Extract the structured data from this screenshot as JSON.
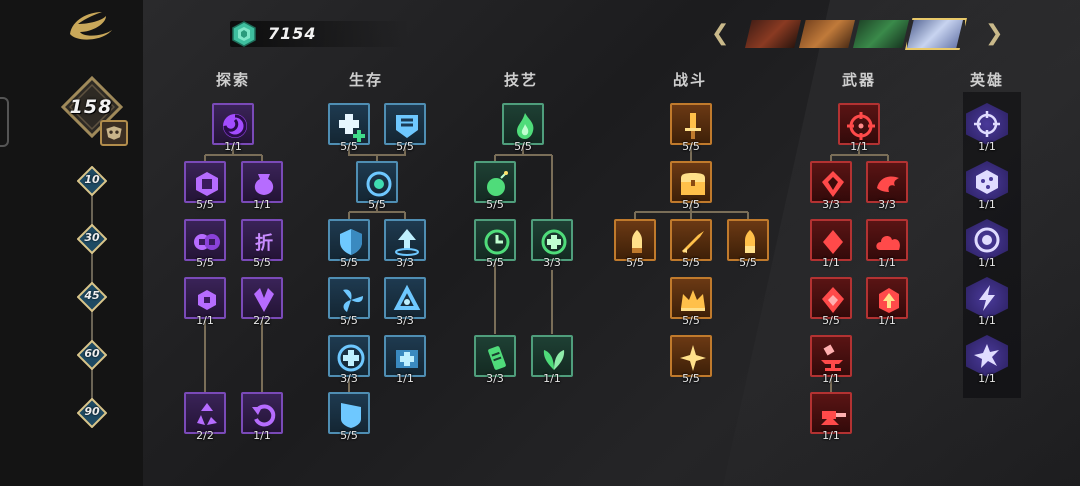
{
  "level": "158",
  "milestones": [
    "10",
    "30",
    "45",
    "60",
    "90"
  ],
  "currency": {
    "amount": "7154",
    "icon": "gem-icon"
  },
  "colors": {
    "accent": "#e8c96a",
    "purple": "#7a4ab8",
    "cyan": "#4f8eb3",
    "green": "#4f9e7c",
    "orange": "#c07a2c",
    "red": "#b33232",
    "hero": "#6a54d6"
  },
  "heroes": [
    {
      "name": "hero-portrait-1",
      "selected": false
    },
    {
      "name": "hero-portrait-2",
      "selected": false
    },
    {
      "name": "hero-portrait-3",
      "selected": false
    },
    {
      "name": "hero-portrait-4",
      "selected": true
    }
  ],
  "categories": [
    {
      "id": "explore",
      "title": "探索"
    },
    {
      "id": "survive",
      "title": "生存"
    },
    {
      "id": "craft",
      "title": "技艺"
    },
    {
      "id": "combat",
      "title": "战斗"
    },
    {
      "id": "weapon",
      "title": "武器"
    },
    {
      "id": "hero",
      "title": "英雄"
    }
  ],
  "explore": [
    {
      "icon": "vortex-icon",
      "count": "1/1"
    },
    {
      "icon": "coin-icon",
      "count": "5/5"
    },
    {
      "icon": "pouch-icon",
      "count": "1/1"
    },
    {
      "icon": "coins-icon",
      "count": "5/5"
    },
    {
      "icon": "discount-icon",
      "count": "5/5",
      "label": "折"
    },
    {
      "icon": "coin-magnet-icon",
      "count": "1/1"
    },
    {
      "icon": "crystal-icon",
      "count": "2/2"
    },
    {
      "icon": "recycle-icon",
      "count": "2/2"
    },
    {
      "icon": "refresh-icon",
      "count": "1/1"
    }
  ],
  "survive": [
    {
      "icon": "heal-plus-icon",
      "count": "5/5"
    },
    {
      "icon": "armor-plate-icon",
      "count": "5/5"
    },
    {
      "icon": "regen-cycle-icon",
      "count": "5/5"
    },
    {
      "icon": "shield-icon",
      "count": "5/5"
    },
    {
      "icon": "revive-icon",
      "count": "3/3"
    },
    {
      "icon": "wind-icon",
      "count": "5/5"
    },
    {
      "icon": "cycle-icon",
      "count": "3/3"
    },
    {
      "icon": "medkit-icon",
      "count": "3/3"
    },
    {
      "icon": "health-pack-icon",
      "count": "1/1"
    },
    {
      "icon": "guard-icon",
      "count": "5/5"
    }
  ],
  "craft": [
    {
      "icon": "flame-icon",
      "count": "5/5"
    },
    {
      "icon": "bomb-icon",
      "count": "5/5"
    },
    {
      "icon": "cooldown-icon",
      "count": "5/5"
    },
    {
      "icon": "heal-cycle-icon",
      "count": "3/3"
    },
    {
      "icon": "scroll-icon",
      "count": "3/3"
    },
    {
      "icon": "leaf-icon",
      "count": "1/1"
    }
  ],
  "combat": [
    {
      "icon": "sword-icon",
      "count": "5/5"
    },
    {
      "icon": "chest-icon",
      "count": "5/5"
    },
    {
      "icon": "bullet-icon",
      "count": "5/5"
    },
    {
      "icon": "rocket-icon",
      "count": "5/5"
    },
    {
      "icon": "shell-icon",
      "count": "5/5"
    },
    {
      "icon": "crown-icon",
      "count": "5/5"
    },
    {
      "icon": "star-icon",
      "count": "5/5"
    }
  ],
  "weapon": [
    {
      "icon": "crosshair-icon",
      "count": "1/1"
    },
    {
      "icon": "gem-shard-icon",
      "count": "3/3"
    },
    {
      "icon": "dragon-icon",
      "count": "3/3"
    },
    {
      "icon": "card-icon",
      "count": "1/1"
    },
    {
      "icon": "cloud-icon",
      "count": "1/1"
    },
    {
      "icon": "diamond-icon",
      "count": "5/5"
    },
    {
      "icon": "upgrade-icon",
      "count": "1/1"
    },
    {
      "icon": "anvil-icon",
      "count": "1/1"
    },
    {
      "icon": "turret-icon",
      "count": "1/1"
    }
  ],
  "hero": [
    {
      "icon": "target-icon",
      "count": "1/1"
    },
    {
      "icon": "dice-icon",
      "count": "1/1"
    },
    {
      "icon": "orb-icon",
      "count": "1/1"
    },
    {
      "icon": "lightning-icon",
      "count": "1/1"
    },
    {
      "icon": "burst-icon",
      "count": "1/1"
    }
  ]
}
